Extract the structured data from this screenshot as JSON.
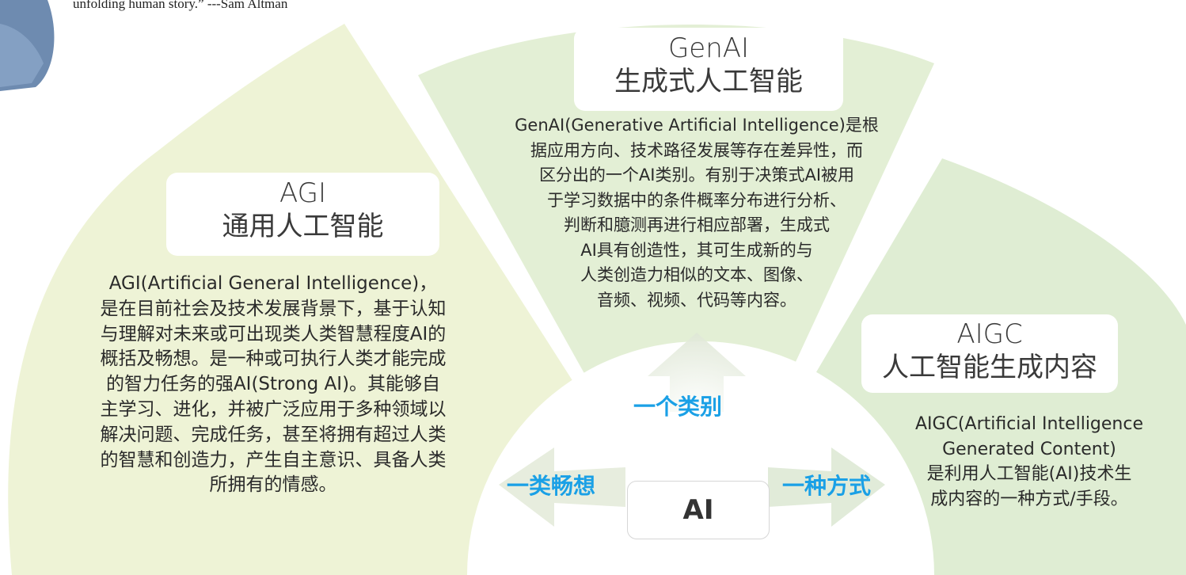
{
  "quote": {
    "text": "unfolding human story.” ---Sam Altman"
  },
  "agi": {
    "title_en": "AGI",
    "title_zh": "通用人工智能",
    "description_lines": [
      "AGI(Artificial General Intelligence)，",
      "是在目前社会及技术发展背景下，基于认知",
      "与理解对未来或可出现类人类智慧程度AI的",
      "概括及畅想。是一种或可执行人类才能完成",
      "的智力任务的强AI(Strong AI)。其能够自",
      "主学习、进化，并被广泛应用于多种领域以",
      "解决问题、完成任务，甚至将拥有超过人类",
      "的智慧和创造力，产生自主意识、具备人类",
      "所拥有的情感。"
    ],
    "color": "#eef3d6"
  },
  "genai": {
    "title_en": "GenAI",
    "title_zh": "生成式人工智能",
    "description_lines": [
      "GenAI(Generative Artificial Intelligence)是根",
      "据应用方向、技术路径发展等存在差异性，而",
      "区分出的一个AI类别。有别于决策式AI被用",
      "于学习数据中的条件概率分布进行分析、",
      "判断和臆测再进行相应部署，生成式",
      "AI具有创造性，其可生成新的与",
      "人类创造力相似的文本、图像、",
      "音频、视频、代码等内容。"
    ],
    "color": "#e3efd5"
  },
  "aigc": {
    "title_en": "AIGC",
    "title_zh": "人工智能生成内容",
    "description_lines": [
      "AIGC(Artificial Intelligence",
      "Generated Content)",
      "是利用人工智能(AI)技术生",
      "成内容的一种方式/手段。"
    ],
    "color": "#dfedd3"
  },
  "labels": {
    "left": "一类畅想",
    "center": "一个类别",
    "right": "一种方式",
    "accent_color": "#1aa0e6"
  },
  "center": {
    "label": "AI"
  }
}
